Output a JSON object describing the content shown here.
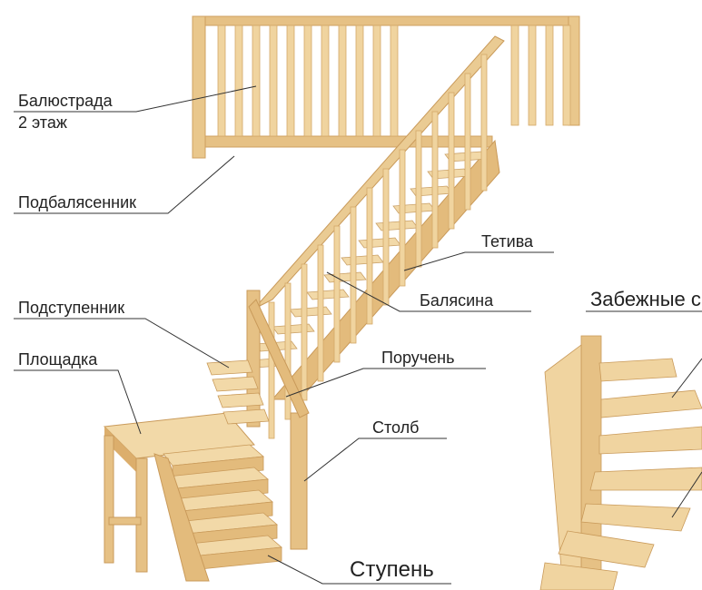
{
  "labels": {
    "balustrade_line1": "Балюстрада",
    "balustrade_line2": "2 этаж",
    "sub_baluster": "Подбалясенник",
    "stringer": "Тетива",
    "baluster": "Балясина",
    "riser": "Подступенник",
    "landing": "Площадка",
    "handrail": "Поручень",
    "post": "Столб",
    "step": "Ступень",
    "winder_steps": "Забежные с"
  },
  "colors": {
    "wood_light": "#f2d9a8",
    "wood_mid": "#e6c185",
    "wood_dark": "#cfa060",
    "leader_line": "#333333"
  }
}
